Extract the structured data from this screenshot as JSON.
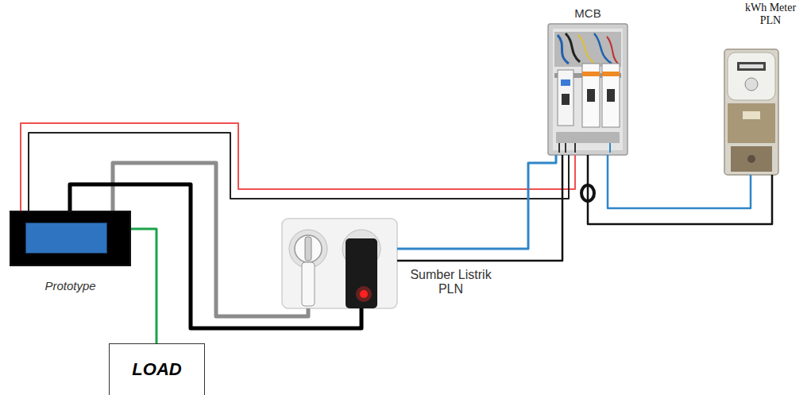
{
  "diagram": {
    "nodes": [
      {
        "text": [
          "Prototype"
        ]
      },
      {
        "text": [
          "LOAD"
        ]
      },
      {
        "text": [
          "Sumber Listrik PLN"
        ]
      },
      {
        "text": [
          "MCB"
        ]
      },
      {
        "text": [
          "kWh Meter PLN"
        ]
      }
    ],
    "edges": [
      {
        "from": 0,
        "to": 1,
        "arrow": "none"
      },
      {
        "from": 0,
        "to": 2,
        "arrow": "none"
      },
      {
        "from": 0,
        "to": 2,
        "arrow": "none"
      },
      {
        "from": 0,
        "to": 3,
        "arrow": "none"
      },
      {
        "from": 0,
        "to": 3,
        "arrow": "none"
      },
      {
        "from": 2,
        "to": 3,
        "arrow": "none"
      },
      {
        "from": 2,
        "to": 3,
        "arrow": "none"
      },
      {
        "from": 3,
        "to": 4,
        "arrow": "none"
      },
      {
        "from": 4,
        "to": 3,
        "arrow": "none"
      }
    ]
  }
}
